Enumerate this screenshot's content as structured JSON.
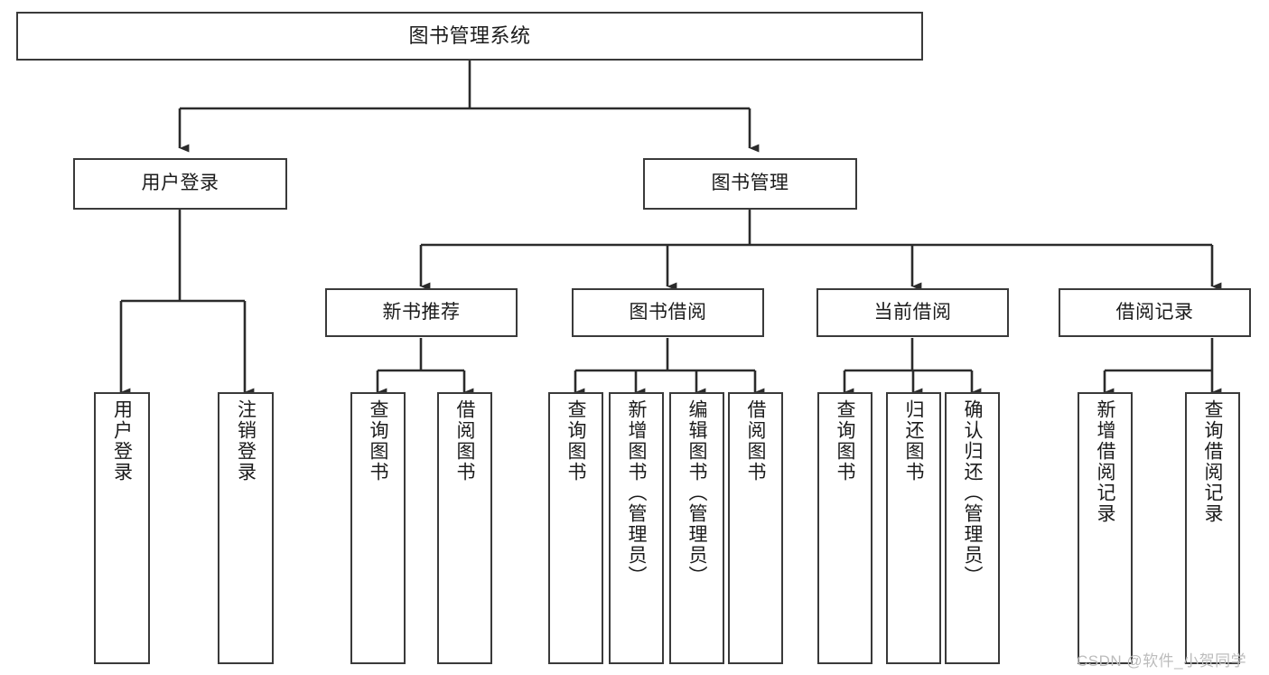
{
  "diagram": {
    "type": "tree-hierarchy-chart",
    "title": "图书管理系统",
    "style": {
      "box_stroke": "#3a3a3a",
      "box_fill": "#ffffff",
      "line_color": "#2b2b2b",
      "background": "#ffffff",
      "watermark_color": "#bcbcbc"
    },
    "watermark": "CSDN @软件_小贺同学",
    "levels": {
      "level0": [
        "图书管理系统"
      ],
      "level1": [
        "用户登录",
        "图书管理"
      ],
      "level2": [
        "新书推荐",
        "图书借阅",
        "当前借阅",
        "借阅记录"
      ],
      "level3": [
        "用户登录",
        "注销登录",
        "查询图书",
        "借阅图书",
        "查询图书",
        "新增图书（管理员）",
        "编辑图书（管理员）",
        "借阅图书",
        "查询图书",
        "归还图书",
        "确认归还（管理员）",
        "新增借阅记录",
        "查询借阅记录"
      ]
    },
    "nodes": {
      "root": {
        "label": "图书管理系统"
      },
      "user_login": {
        "label": "用户登录"
      },
      "book_manage": {
        "label": "图书管理"
      },
      "new_book_rec": {
        "label": "新书推荐"
      },
      "book_borrow": {
        "label": "图书借阅"
      },
      "current_borrow": {
        "label": "当前借阅"
      },
      "borrow_record": {
        "label": "借阅记录"
      },
      "leaf_user_login": {
        "label": "用户登录"
      },
      "leaf_logout": {
        "label": "注销登录"
      },
      "leaf_query_book_1": {
        "label": "查询图书"
      },
      "leaf_borrow_book_1": {
        "label": "借阅图书"
      },
      "leaf_query_book_2": {
        "label": "查询图书"
      },
      "leaf_add_book": {
        "label": "新增图书（管理员）"
      },
      "leaf_edit_book": {
        "label": "编辑图书（管理员）"
      },
      "leaf_borrow_book_2": {
        "label": "借阅图书"
      },
      "leaf_query_book_3": {
        "label": "查询图书"
      },
      "leaf_return_book": {
        "label": "归还图书"
      },
      "leaf_confirm_return": {
        "label": "确认归还（管理员）"
      },
      "leaf_add_record": {
        "label": "新增借阅记录"
      },
      "leaf_query_record": {
        "label": "查询借阅记录"
      }
    },
    "edges": [
      {
        "from": "图书管理系统",
        "to": "用户登录"
      },
      {
        "from": "图书管理系统",
        "to": "图书管理"
      },
      {
        "from": "用户登录",
        "to": "用户登录"
      },
      {
        "from": "用户登录",
        "to": "注销登录"
      },
      {
        "from": "图书管理",
        "to": "新书推荐"
      },
      {
        "from": "图书管理",
        "to": "图书借阅"
      },
      {
        "from": "图书管理",
        "to": "当前借阅"
      },
      {
        "from": "图书管理",
        "to": "借阅记录"
      },
      {
        "from": "新书推荐",
        "to": "查询图书"
      },
      {
        "from": "新书推荐",
        "to": "借阅图书"
      },
      {
        "from": "图书借阅",
        "to": "查询图书"
      },
      {
        "from": "图书借阅",
        "to": "新增图书（管理员）"
      },
      {
        "from": "图书借阅",
        "to": "编辑图书（管理员）"
      },
      {
        "from": "图书借阅",
        "to": "借阅图书"
      },
      {
        "from": "当前借阅",
        "to": "查询图书"
      },
      {
        "from": "当前借阅",
        "to": "归还图书"
      },
      {
        "from": "当前借阅",
        "to": "确认归还（管理员）"
      },
      {
        "from": "借阅记录",
        "to": "新增借阅记录"
      },
      {
        "from": "借阅记录",
        "to": "查询借阅记录"
      }
    ]
  }
}
